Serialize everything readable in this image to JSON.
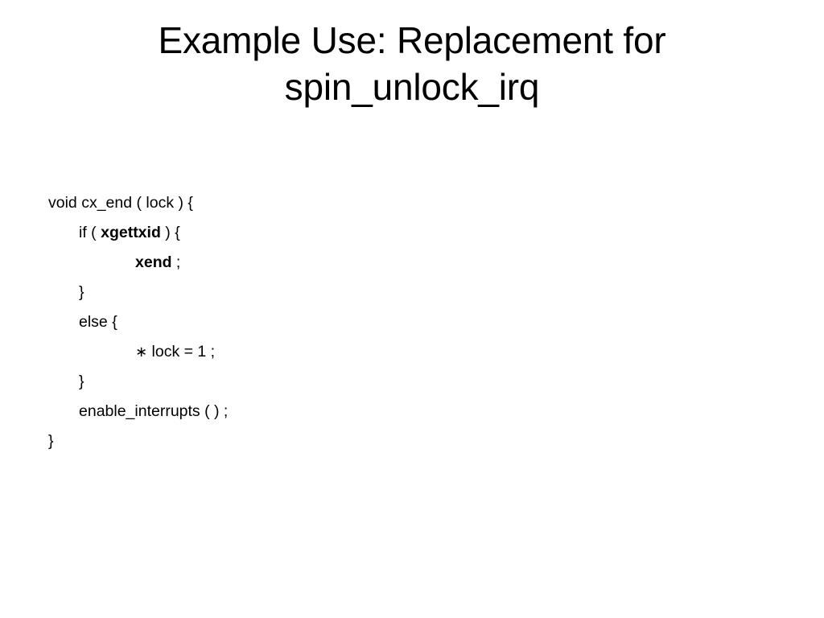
{
  "slide": {
    "background_color": "#ffffff",
    "text_color": "#000000",
    "title": {
      "line1": "Example Use: Replacement for",
      "line2": "spin_unlock_irq",
      "full": "Example Use: Replacement for spin_unlock_irq"
    },
    "code": {
      "language": "c",
      "lines": [
        {
          "indent": 0,
          "text": "void cx_end ( lock ) {",
          "segments": [
            {
              "text": "void cx_end ( lock ) {",
              "bold": false
            }
          ]
        },
        {
          "indent": 1,
          "text": "if ( xgettxid ) {",
          "segments": [
            {
              "text": "if ( ",
              "bold": false
            },
            {
              "text": "xgettxid",
              "bold": true
            },
            {
              "text": " ) {",
              "bold": false
            }
          ]
        },
        {
          "indent": 2,
          "text": "xend ;",
          "segments": [
            {
              "text": "xend",
              "bold": true
            },
            {
              "text": " ;",
              "bold": false
            }
          ]
        },
        {
          "indent": 1,
          "text": "}",
          "segments": [
            {
              "text": "}",
              "bold": false
            }
          ]
        },
        {
          "indent": 1,
          "text": "else {",
          "segments": [
            {
              "text": "else {",
              "bold": false
            }
          ]
        },
        {
          "indent": 2,
          "text": "∗ lock = 1 ;",
          "segments": [
            {
              "text": "∗",
              "bold": false,
              "style": "star"
            },
            {
              "text": " lock = 1 ;",
              "bold": false
            }
          ]
        },
        {
          "indent": 1,
          "text": "}",
          "segments": [
            {
              "text": "}",
              "bold": false
            }
          ]
        },
        {
          "indent": 1,
          "text": "enable_interrupts ( ) ;",
          "segments": [
            {
              "text": "enable_interrupts ( ) ;",
              "bold": false
            }
          ]
        },
        {
          "indent": 0,
          "text": "}",
          "segments": [
            {
              "text": "}",
              "bold": false
            }
          ]
        }
      ]
    }
  }
}
